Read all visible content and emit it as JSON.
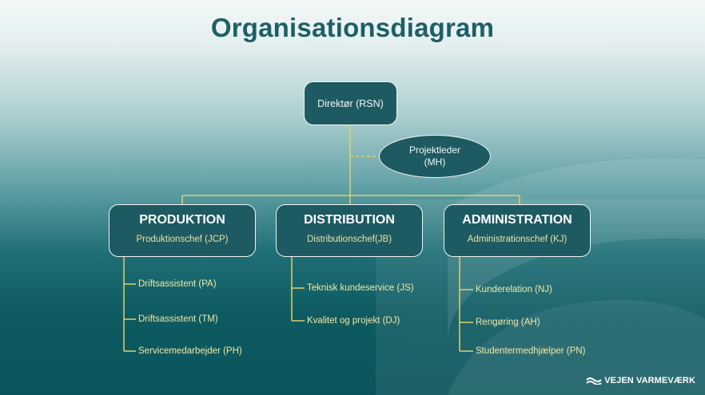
{
  "title": "Organisationsdiagram",
  "director": {
    "label": "Direktør (RSN)"
  },
  "staff": {
    "line1": "Projektleder",
    "line2": "(MH)"
  },
  "departments": [
    {
      "name": "PRODUKTION",
      "chief": "Produktionschef (JCP)",
      "members": [
        "Driftsassistent (PA)",
        "Driftsassistent (TM)",
        "Servicemedarbejder (PH)"
      ]
    },
    {
      "name": "DISTRIBUTION",
      "chief": "Distributionschef(JB)",
      "members": [
        "Teknisk kundeservice (JS)",
        "Kvalitet og projekt (DJ)"
      ]
    },
    {
      "name": "ADMINISTRATION",
      "chief": "Administrationschef (KJ)",
      "members": [
        "Kunderelation (NJ)",
        "Rengøring (AH)",
        "Studentermedhjælper (PN)"
      ]
    }
  ],
  "logo": {
    "text": "VEJEN VARMEVÆRK"
  },
  "colors": {
    "title": "#1e5f66",
    "box_fill": "#1d5a61",
    "connector": "#dcd36a",
    "member_text": "#f0e9a8"
  }
}
